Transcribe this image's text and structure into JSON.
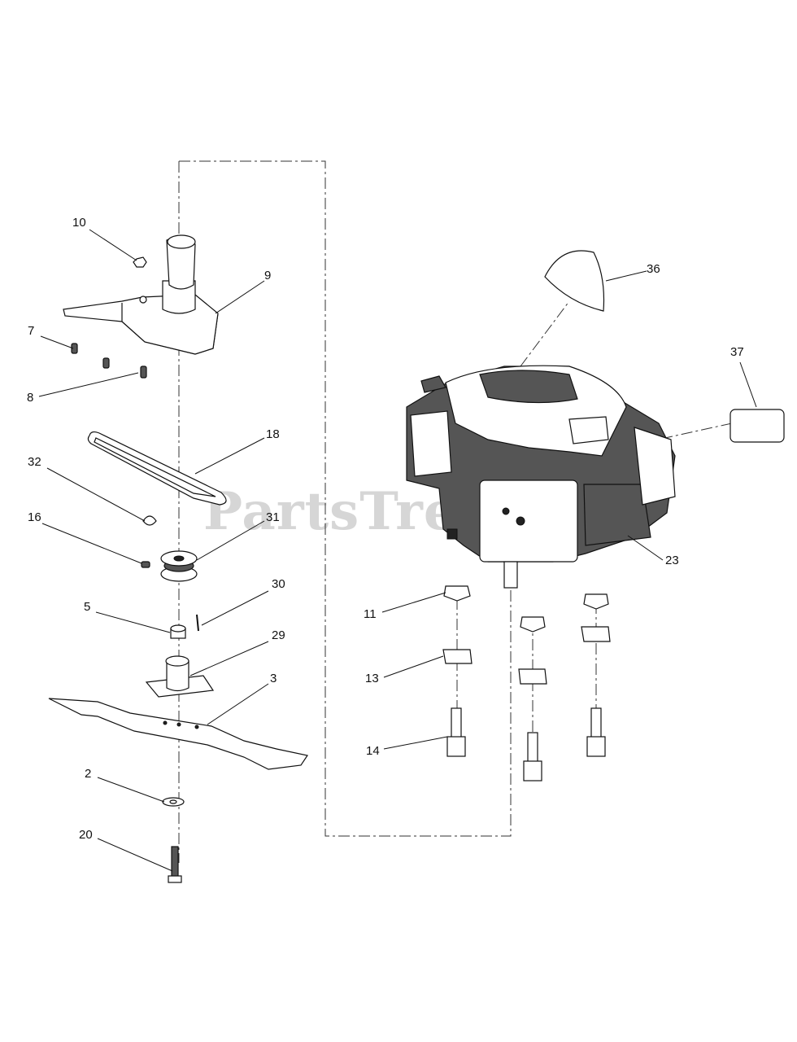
{
  "watermark": "PartsTree",
  "callouts": {
    "c2": "2",
    "c3": "3",
    "c5": "5",
    "c7": "7",
    "c8": "8",
    "c9": "9",
    "c10": "10",
    "c11": "11",
    "c13": "13",
    "c14": "14",
    "c16": "16",
    "c18": "18",
    "c20": "20",
    "c23": "23",
    "c29": "29",
    "c30": "30",
    "c31": "31",
    "c32": "32",
    "c36": "36",
    "c37": "37"
  }
}
